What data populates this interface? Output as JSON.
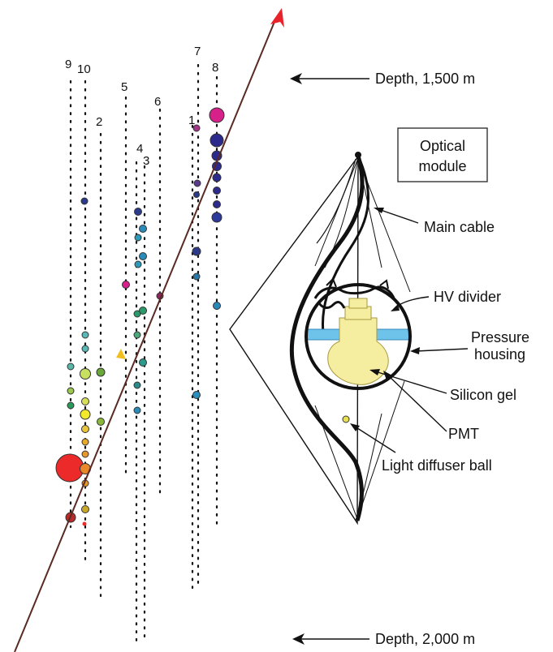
{
  "strings": {
    "s1": "1",
    "s2": "2",
    "s3": "3",
    "s4": "4",
    "s5": "5",
    "s6": "6",
    "s7": "7",
    "s8": "8",
    "s9": "9",
    "s10": "10"
  },
  "depth_top": "Depth, 1,500 m",
  "depth_bottom": "Depth, 2,000 m",
  "module_title_line1": "Optical",
  "module_title_line2": "module",
  "parts": {
    "main_cable": "Main cable",
    "hv_divider": "HV divider",
    "pressure_line1": "Pressure",
    "pressure_line2": "housing",
    "silicon_gel": "Silicon gel",
    "pmt": "PMT",
    "diffuser": "Light diffuser ball"
  },
  "colors": {
    "track": "#5a2a22",
    "arrowhead": "#e8232a",
    "gel": "#f5eea0",
    "housing_band": "#6ec3ea"
  }
}
